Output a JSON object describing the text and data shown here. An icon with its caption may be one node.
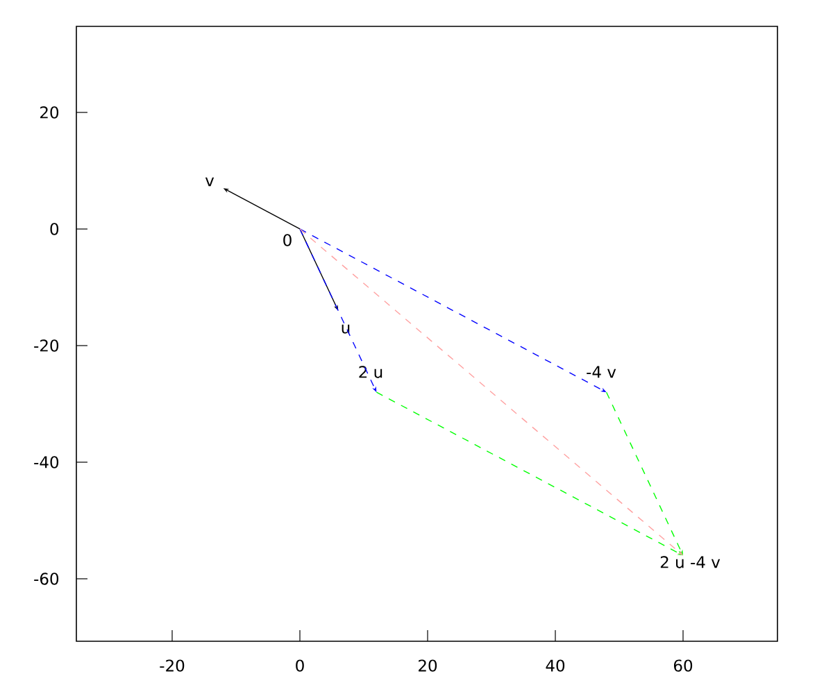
{
  "diagram": {
    "nodes": [
      {
        "text": [
          "0"
        ]
      },
      {
        "text": [
          "v"
        ]
      },
      {
        "text": [
          "u"
        ]
      },
      {
        "text": [
          "2 u"
        ]
      },
      {
        "text": [
          "-4 v"
        ]
      },
      {
        "text": [
          "2 u -4 v"
        ]
      }
    ],
    "edges": [
      {
        "from": 0,
        "to": 1,
        "arrow": "to",
        "color": "#000000"
      },
      {
        "from": 0,
        "to": 2,
        "arrow": "to",
        "color": "#000000"
      },
      {
        "from": 0,
        "to": 3,
        "arrow": "to",
        "style": "dashed",
        "color": "#0000ff"
      },
      {
        "from": 0,
        "to": 4,
        "arrow": "to",
        "style": "dashed",
        "color": "#0000ff"
      },
      {
        "from": 3,
        "to": 5,
        "arrow": "to",
        "style": "dashed",
        "color": "#00ff00"
      },
      {
        "from": 4,
        "to": 5,
        "arrow": "to",
        "style": "dashed",
        "color": "#00ff00"
      },
      {
        "from": 0,
        "to": 5,
        "arrow": "to",
        "style": "dashed",
        "color": "#ffa0a0"
      }
    ],
    "labels": [
      "20",
      "0",
      "-20",
      "-40",
      "-60",
      "-20",
      "0",
      "20",
      "40",
      "60"
    ]
  }
}
